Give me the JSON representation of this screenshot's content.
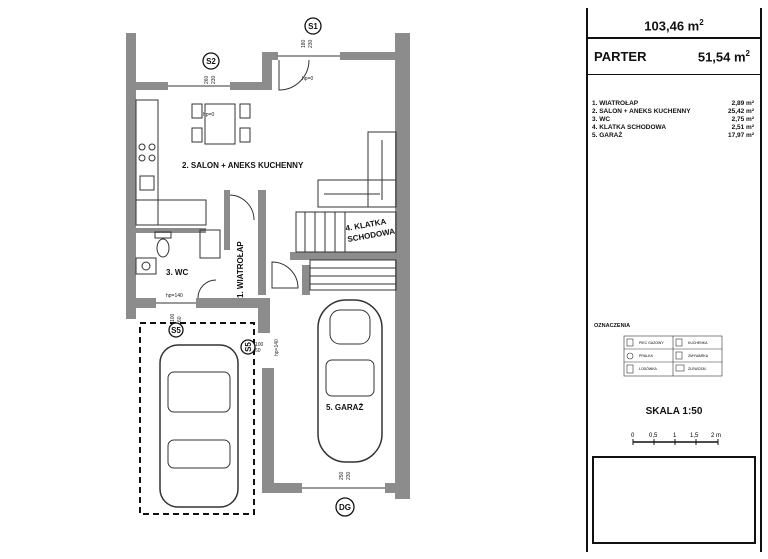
{
  "header": {
    "total_area": "103,46 m",
    "total_area_sup": "2",
    "level_name": "PARTER",
    "level_area": "51,54 m",
    "level_area_sup": "2"
  },
  "rooms": [
    {
      "name": "1. WIATROŁAP",
      "area": "2,89 m²"
    },
    {
      "name": "2. SALON + ANEKS KUCHENNY",
      "area": "25,42 m²"
    },
    {
      "name": "3. WC",
      "area": "2,75 m²"
    },
    {
      "name": "4. KLATKA SCHODOWA",
      "area": "2,51 m²"
    },
    {
      "name": "5. GARAŻ",
      "area": "17,97 m²"
    }
  ],
  "legend": {
    "title": "OZNACZENIA",
    "items": [
      "PIEC GAZOWY",
      "KUCHENKA",
      "PRALKA",
      "ZMYWARKA",
      "LODÓWKA",
      "ZLEWOZM."
    ]
  },
  "scale": {
    "label": "SKALA 1:50",
    "ticks": [
      "0",
      "0,5",
      "1",
      "1,5",
      "2 m"
    ]
  },
  "plan": {
    "room_labels": {
      "salon": "2. SALON + ANEKS KUCHENNY",
      "wc": "3. WC",
      "wiatrolap": "1. WIATROŁAP",
      "klatka_line1": "4. KLATKA",
      "klatka_line2": "SCHODOWA",
      "garaz": "5. GARAŻ"
    },
    "markers": {
      "s1": "S1",
      "s2": "S2",
      "s5a": "S5",
      "s5b": "S5",
      "dg": "DG"
    },
    "dims": {
      "s1_w": "180",
      "s1_h": "230",
      "s1_hp": "hp=0",
      "s2_w": "260",
      "s2_h": "230",
      "s2_hp": "hp=0",
      "wc_hp": "hp=140",
      "wc_w": "100",
      "wc_h": "60",
      "s5_w": "100",
      "s5_h": "60",
      "gar_hp": "hp=140",
      "dg_w": "250",
      "dg_h": "230"
    }
  }
}
